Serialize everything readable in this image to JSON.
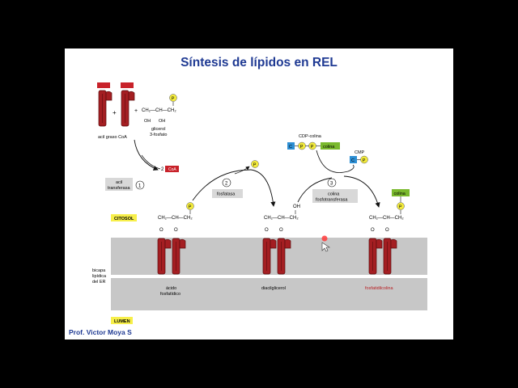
{
  "title": "Síntesis de lípidos en REL",
  "author": "Prof. Victor Moya S",
  "labels": {
    "acyl_coa": "acil graso CoA",
    "glycerol": "glicerol",
    "glycerol_sub": "3-fosfato",
    "oh1": "OH",
    "oh2": "OH",
    "two": "2",
    "coa": "CoA",
    "p": "P",
    "pi": "P",
    "plus": "+",
    "step1": "1",
    "step2": "2",
    "step3": "3",
    "enzyme1_a": "acil",
    "enzyme1_b": "transferasa",
    "enzyme2": "fosfatasa",
    "enzyme3_a": "colina",
    "enzyme3_b": "fosfotransferasa",
    "cdp_choline": "CDP-colina",
    "cmp": "CMP",
    "c": "C",
    "choline": "colina",
    "cytosol": "CITOSOL",
    "lumen": "LUMEN",
    "bilayer_a": "bicapa",
    "bilayer_b": "lipídica",
    "bilayer_c": "del ER",
    "pa_a": "ácido",
    "pa_b": "fosfatídico",
    "dag": "diacilglicerol",
    "pc": "fosfatidilcolina",
    "oh_dag": "OH",
    "ch2": "CH₂",
    "ch": "CH",
    "o": "O"
  },
  "colors": {
    "title": "#1f3a93",
    "tail_red": "#a41e22",
    "tail_border": "#5a0c0e",
    "phosphate": "#f2ea3c",
    "choline": "#7ab92d",
    "cytidine": "#2d8fd4",
    "enzyme_box": "#d8d8d8",
    "tag_yellow": "#f7ef4a",
    "membrane": "#c7c7c7",
    "pc_text": "#b81e22"
  }
}
